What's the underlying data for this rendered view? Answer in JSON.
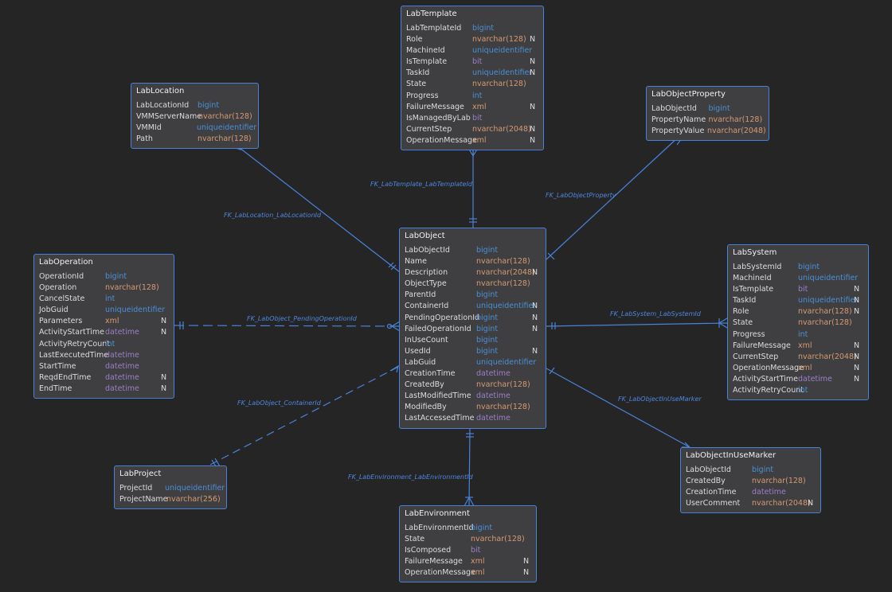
{
  "diagram_title": "LabObject entity relationship diagram",
  "type_colors": {
    "blue": "#4a8fd6",
    "orange": "#d69a73",
    "purple": "#9b7ec9",
    "line": "#4a82d9"
  },
  "tables": {
    "LabTemplate": {
      "title": "LabTemplate",
      "columns": [
        {
          "name": "LabTemplateId",
          "type": "bigint",
          "nullable": ""
        },
        {
          "name": "Role",
          "type": "nvarchar(128)",
          "nullable": "N"
        },
        {
          "name": "MachineId",
          "type": "uniqueidentifier",
          "nullable": ""
        },
        {
          "name": "IsTemplate",
          "type": "bit",
          "nullable": "N"
        },
        {
          "name": "TaskId",
          "type": "uniqueidentifier",
          "nullable": "N"
        },
        {
          "name": "State",
          "type": "nvarchar(128)",
          "nullable": ""
        },
        {
          "name": "Progress",
          "type": "int",
          "nullable": ""
        },
        {
          "name": "FailureMessage",
          "type": "xml",
          "nullable": "N"
        },
        {
          "name": "IsManagedByLab",
          "type": "bit",
          "nullable": ""
        },
        {
          "name": "CurrentStep",
          "type": "nvarchar(2048)",
          "nullable": "N"
        },
        {
          "name": "OperationMessage",
          "type": "xml",
          "nullable": "N"
        }
      ]
    },
    "LabLocation": {
      "title": "LabLocation",
      "columns": [
        {
          "name": "LabLocationId",
          "type": "bigint",
          "nullable": ""
        },
        {
          "name": "VMMServerName",
          "type": "nvarchar(128)",
          "nullable": ""
        },
        {
          "name": "VMMId",
          "type": "uniqueidentifier",
          "nullable": ""
        },
        {
          "name": "Path",
          "type": "nvarchar(128)",
          "nullable": ""
        }
      ]
    },
    "LabObjectProperty": {
      "title": "LabObjectProperty",
      "columns": [
        {
          "name": "LabObjectId",
          "type": "bigint",
          "nullable": ""
        },
        {
          "name": "PropertyName",
          "type": "nvarchar(128)",
          "nullable": ""
        },
        {
          "name": "PropertyValue",
          "type": "nvarchar(2048)",
          "nullable": ""
        }
      ]
    },
    "LabOperation": {
      "title": "LabOperation",
      "columns": [
        {
          "name": "OperationId",
          "type": "bigint",
          "nullable": ""
        },
        {
          "name": "Operation",
          "type": "nvarchar(128)",
          "nullable": ""
        },
        {
          "name": "CancelState",
          "type": "int",
          "nullable": ""
        },
        {
          "name": "JobGuid",
          "type": "uniqueidentifier",
          "nullable": ""
        },
        {
          "name": "Parameters",
          "type": "xml",
          "nullable": "N"
        },
        {
          "name": "ActivityStartTime",
          "type": "datetime",
          "nullable": "N"
        },
        {
          "name": "ActivityRetryCount",
          "type": "int",
          "nullable": ""
        },
        {
          "name": "LastExecutedTime",
          "type": "datetime",
          "nullable": ""
        },
        {
          "name": "StartTime",
          "type": "datetime",
          "nullable": ""
        },
        {
          "name": "ReqdEndTime",
          "type": "datetime",
          "nullable": "N"
        },
        {
          "name": "EndTime",
          "type": "datetime",
          "nullable": "N"
        }
      ]
    },
    "LabObject": {
      "title": "LabObject",
      "columns": [
        {
          "name": "LabObjectId",
          "type": "bigint",
          "nullable": ""
        },
        {
          "name": "Name",
          "type": "nvarchar(128)",
          "nullable": ""
        },
        {
          "name": "Description",
          "type": "nvarchar(2048)",
          "nullable": "N"
        },
        {
          "name": "ObjectType",
          "type": "nvarchar(128)",
          "nullable": ""
        },
        {
          "name": "ParentId",
          "type": "bigint",
          "nullable": ""
        },
        {
          "name": "ContainerId",
          "type": "uniqueidentifier",
          "nullable": "N"
        },
        {
          "name": "PendingOperationId",
          "type": "bigint",
          "nullable": "N"
        },
        {
          "name": "FailedOperationId",
          "type": "bigint",
          "nullable": "N"
        },
        {
          "name": "InUseCount",
          "type": "bigint",
          "nullable": ""
        },
        {
          "name": "UsedId",
          "type": "bigint",
          "nullable": "N"
        },
        {
          "name": "LabGuid",
          "type": "uniqueidentifier",
          "nullable": ""
        },
        {
          "name": "CreationTime",
          "type": "datetime",
          "nullable": ""
        },
        {
          "name": "CreatedBy",
          "type": "nvarchar(128)",
          "nullable": ""
        },
        {
          "name": "LastModifiedTime",
          "type": "datetime",
          "nullable": ""
        },
        {
          "name": "ModifiedBy",
          "type": "nvarchar(128)",
          "nullable": ""
        },
        {
          "name": "LastAccessedTime",
          "type": "datetime",
          "nullable": ""
        }
      ]
    },
    "LabSystem": {
      "title": "LabSystem",
      "columns": [
        {
          "name": "LabSystemId",
          "type": "bigint",
          "nullable": ""
        },
        {
          "name": "MachineId",
          "type": "uniqueidentifier",
          "nullable": ""
        },
        {
          "name": "IsTemplate",
          "type": "bit",
          "nullable": "N"
        },
        {
          "name": "TaskId",
          "type": "uniqueidentifier",
          "nullable": "N"
        },
        {
          "name": "Role",
          "type": "nvarchar(128)",
          "nullable": "N"
        },
        {
          "name": "State",
          "type": "nvarchar(128)",
          "nullable": ""
        },
        {
          "name": "Progress",
          "type": "int",
          "nullable": ""
        },
        {
          "name": "FailureMessage",
          "type": "xml",
          "nullable": "N"
        },
        {
          "name": "CurrentStep",
          "type": "nvarchar(2048)",
          "nullable": "N"
        },
        {
          "name": "OperationMessage",
          "type": "xml",
          "nullable": "N"
        },
        {
          "name": "ActivityStartTime",
          "type": "datetime",
          "nullable": "N"
        },
        {
          "name": "ActivityRetryCount",
          "type": "int",
          "nullable": ""
        }
      ]
    },
    "LabProject": {
      "title": "LabProject",
      "columns": [
        {
          "name": "ProjectId",
          "type": "uniqueidentifier",
          "nullable": ""
        },
        {
          "name": "ProjectName",
          "type": "nvarchar(256)",
          "nullable": ""
        }
      ]
    },
    "LabEnvironment": {
      "title": "LabEnvironment",
      "columns": [
        {
          "name": "LabEnvironmentId",
          "type": "bigint",
          "nullable": ""
        },
        {
          "name": "State",
          "type": "nvarchar(128)",
          "nullable": ""
        },
        {
          "name": "IsComposed",
          "type": "bit",
          "nullable": ""
        },
        {
          "name": "FailureMessage",
          "type": "xml",
          "nullable": "N"
        },
        {
          "name": "OperationMessage",
          "type": "xml",
          "nullable": "N"
        }
      ]
    },
    "LabObjectInUseMarker": {
      "title": "LabObjectInUseMarker",
      "columns": [
        {
          "name": "LabObjectId",
          "type": "bigint",
          "nullable": ""
        },
        {
          "name": "CreatedBy",
          "type": "nvarchar(128)",
          "nullable": ""
        },
        {
          "name": "CreationTime",
          "type": "datetime",
          "nullable": ""
        },
        {
          "name": "UserComment",
          "type": "nvarchar(2048)",
          "nullable": "N"
        }
      ]
    }
  },
  "relationships": [
    {
      "name": "FK_LabTemplate_LabTemplateId",
      "from": "LabTemplate",
      "to": "LabObject",
      "dashed": false
    },
    {
      "name": "FK_LabLocation_LabLocationId",
      "from": "LabLocation",
      "to": "LabObject",
      "dashed": false
    },
    {
      "name": "FK_LabObjectProperty",
      "from": "LabObjectProperty",
      "to": "LabObject",
      "dashed": false
    },
    {
      "name": "FK_LabObject_PendingOperationId",
      "from": "LabOperation",
      "to": "LabObject",
      "dashed": true
    },
    {
      "name": "FK_LabSystem_LabSystemId",
      "from": "LabSystem",
      "to": "LabObject",
      "dashed": false
    },
    {
      "name": "FK_LabObject_ContainerId",
      "from": "LabProject",
      "to": "LabObject",
      "dashed": true
    },
    {
      "name": "FK_LabObjectInUseMarker",
      "from": "LabObjectInUseMarker",
      "to": "LabObject",
      "dashed": false
    },
    {
      "name": "FK_LabEnvironment_LabEnvironmentId",
      "from": "LabEnvironment",
      "to": "LabObject",
      "dashed": false
    }
  ]
}
